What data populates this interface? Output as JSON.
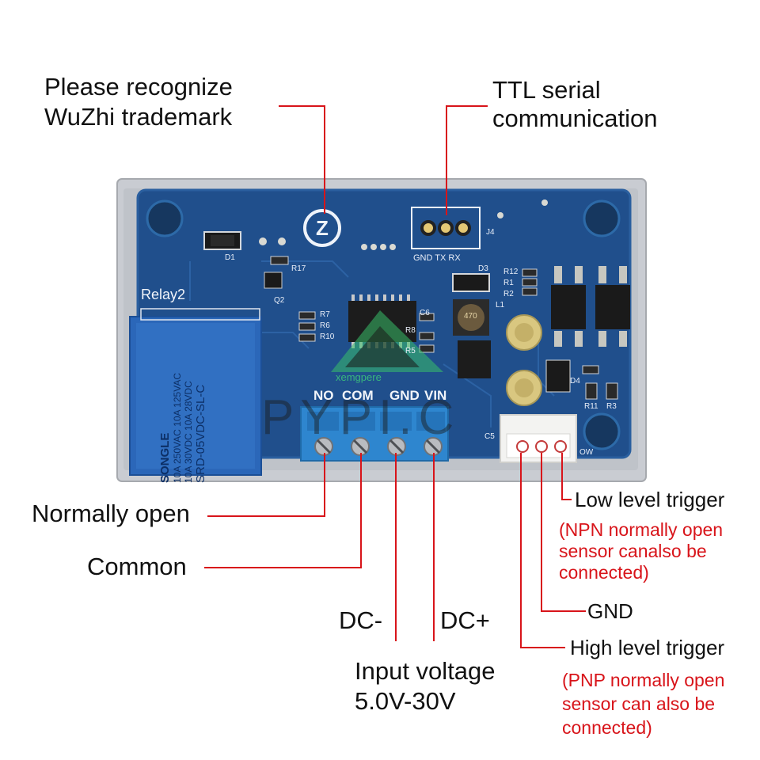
{
  "callouts": {
    "trademark": [
      "Please recognize",
      "WuZhi trademark"
    ],
    "ttl": [
      "TTL serial",
      "communication"
    ],
    "normally_open": "Normally open",
    "common": "Common",
    "dc_minus": "DC-",
    "dc_plus": "DC+",
    "input_voltage": [
      "Input voltage",
      "5.0V-30V"
    ],
    "low_trigger": "Low level trigger",
    "low_trigger_note": [
      "(NPN normally open",
      "sensor canalso be",
      "connected)"
    ],
    "gnd": "GND",
    "high_trigger": "High level trigger",
    "high_trigger_note": [
      "(PNP normally open",
      "sensor can also be",
      "connected)"
    ]
  },
  "board": {
    "relay_title": "Relay2",
    "terminal_labels": [
      "NO",
      "COM",
      "GND",
      "VIN"
    ],
    "ttl_pins": "GND TX RX",
    "j4": "J4",
    "refs": [
      "D1",
      "R17",
      "Q2",
      "R7",
      "R6",
      "R10",
      "R8",
      "R5",
      "C6",
      "D3",
      "R12",
      "R1",
      "R2",
      "L1",
      "D4",
      "R11",
      "R3",
      "C5",
      "OW"
    ],
    "relay_text": [
      "SONGLE",
      "10A 250VAC 10A 125VAC",
      "10A 30VDC 10A 28VDC",
      "SRD-05VDC-SL-C"
    ],
    "inductor_code": "470",
    "watermark": "PYPI.C",
    "watermark_small": "xemgpere"
  },
  "colors": {
    "leader": "#d8141a",
    "pcb": "#1f4f8e",
    "relay": "#2a66b8",
    "terminal": "#2e86cf",
    "note": "#d8141a"
  }
}
